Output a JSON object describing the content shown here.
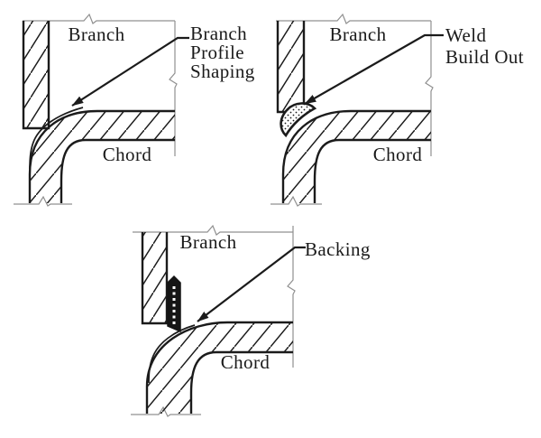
{
  "colors": {
    "background": "#ffffff",
    "line": "#1b1b1b",
    "thin_line": "#909090",
    "text": "#1a1a1a"
  },
  "diagrams": [
    {
      "name": "branch-profile-shaping",
      "branch_label": "Branch",
      "chord_label": "Chord",
      "annotation_lines": [
        "Branch",
        "Profile",
        "Shaping"
      ]
    },
    {
      "name": "weld-build-out",
      "branch_label": "Branch",
      "chord_label": "Chord",
      "annotation_lines": [
        "Weld",
        "Build Out"
      ]
    },
    {
      "name": "backing",
      "branch_label": "Branch",
      "chord_label": "Chord",
      "annotation_lines": [
        "Backing"
      ]
    }
  ]
}
